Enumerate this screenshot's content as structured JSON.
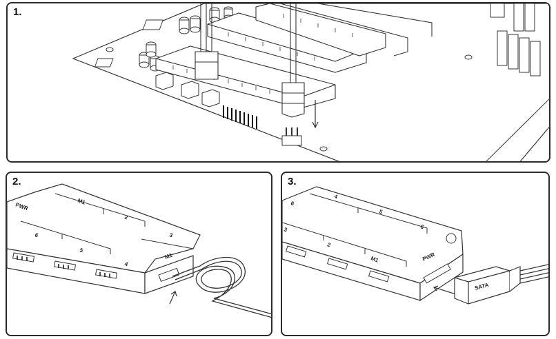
{
  "steps": [
    {
      "number": "1."
    },
    {
      "number": "2."
    },
    {
      "number": "3."
    }
  ],
  "hub_labels": {
    "pwr": "PWR",
    "m1": "M1",
    "fan2": "2",
    "fan3": "3",
    "fan4": "4",
    "fan5": "5",
    "fan6": "6"
  },
  "sata_label": "SATA"
}
